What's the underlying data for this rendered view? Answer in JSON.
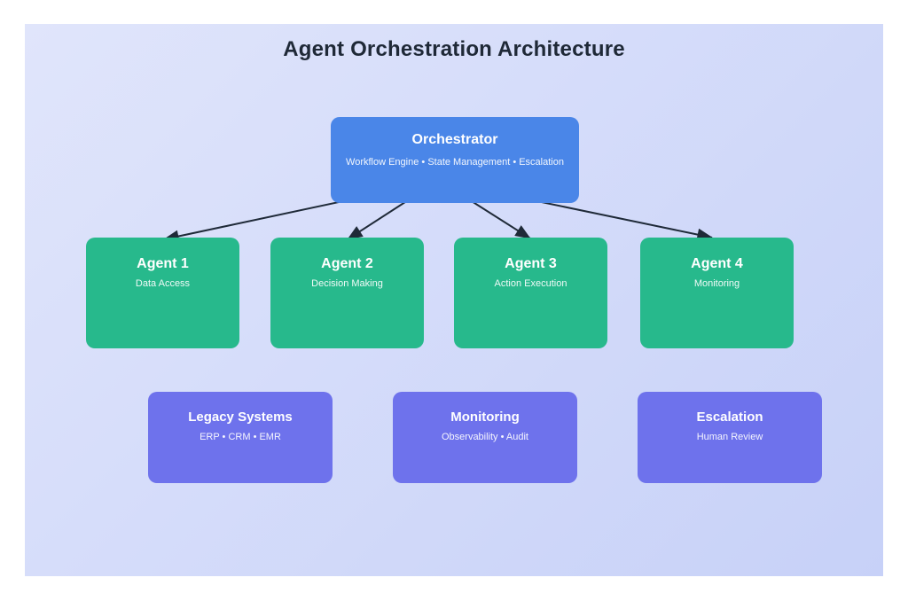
{
  "title": "Agent Orchestration Architecture",
  "orchestrator": {
    "title": "Orchestrator",
    "subtitle": "Workflow Engine • State Management • Escalation"
  },
  "agents": [
    {
      "title": "Agent 1",
      "subtitle": "Data Access"
    },
    {
      "title": "Agent 2",
      "subtitle": "Decision Making"
    },
    {
      "title": "Agent 3",
      "subtitle": "Action Execution"
    },
    {
      "title": "Agent 4",
      "subtitle": "Monitoring"
    }
  ],
  "systems": [
    {
      "title": "Legacy Systems",
      "subtitle": "ERP • CRM • EMR"
    },
    {
      "title": "Monitoring",
      "subtitle": "Observability • Audit"
    },
    {
      "title": "Escalation",
      "subtitle": "Human Review"
    }
  ],
  "edges": [
    {
      "from": "Orchestrator",
      "to": "Agent 1"
    },
    {
      "from": "Orchestrator",
      "to": "Agent 2"
    },
    {
      "from": "Orchestrator",
      "to": "Agent 3"
    },
    {
      "from": "Orchestrator",
      "to": "Agent 4"
    }
  ],
  "colors": {
    "orchestrator_fill": "#4a86e8",
    "agent_fill": "#27b98c",
    "system_fill": "#6e72ec",
    "arrow": "#1f2a38",
    "canvas_bg_start": "#e0e5fb",
    "canvas_bg_end": "#c7d1f8",
    "title_color": "#1f2937"
  }
}
